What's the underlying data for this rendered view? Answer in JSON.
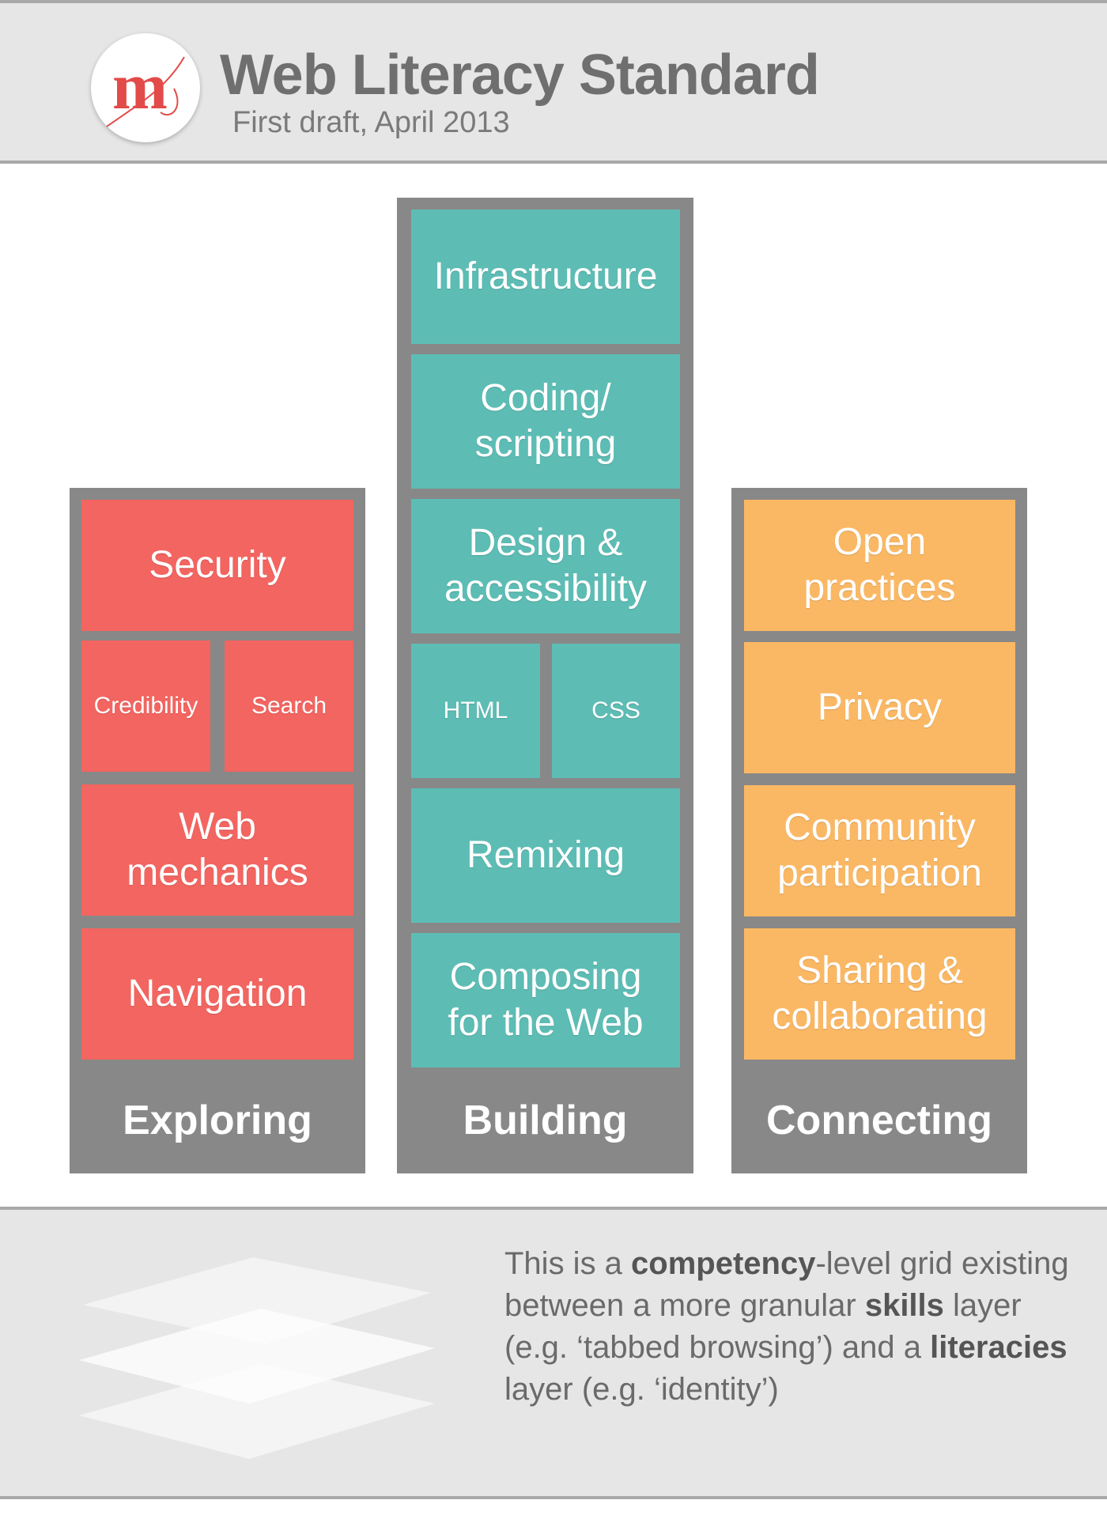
{
  "header": {
    "logo_letter": "m",
    "title": "Web Literacy Standard",
    "subtitle": "First draft, April 2013"
  },
  "colors": {
    "exploring": "#f36560",
    "building": "#5dbdb5",
    "connecting": "#fbb864",
    "column_frame": "#888888",
    "band": "#e6e6e6"
  },
  "columns": {
    "exploring": {
      "label": "Exploring",
      "tiles": [
        "Security",
        "Credibility",
        "Search",
        "Web mechanics",
        "Navigation"
      ]
    },
    "building": {
      "label": "Building",
      "tiles": [
        "Infrastructure",
        "Coding/",
        "scripting",
        "Design &",
        "accessibility",
        "HTML",
        "CSS",
        "Remixing",
        "Composing",
        "for the Web"
      ]
    },
    "connecting": {
      "label": "Connecting",
      "tiles": [
        "Open",
        "practices",
        "Privacy",
        "Community",
        "participation",
        "Sharing &",
        "collaborating"
      ]
    }
  },
  "footer": {
    "t1": "This is a ",
    "b1": "competency",
    "t2": "-level grid existing between a more granular ",
    "b2": "skills",
    "t3": " layer (e.g. ‘tabbed browsing’) and a ",
    "b3": "literacies",
    "t4": " layer (e.g. ‘identity’)"
  }
}
